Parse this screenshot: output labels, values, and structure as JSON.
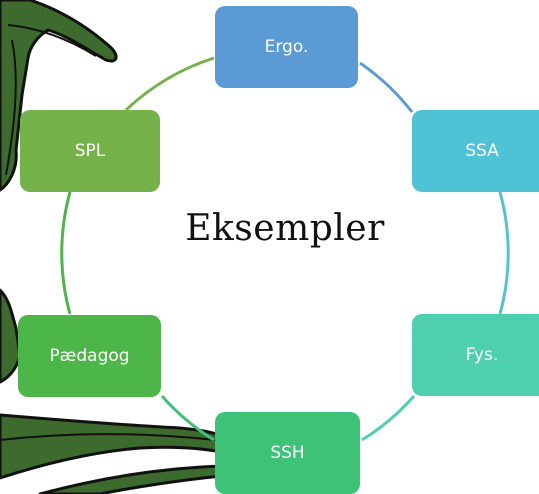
{
  "diagram": {
    "center_label": "Eksempler",
    "nodes": [
      {
        "id": "ergo",
        "label": "Ergo.",
        "color": "#5b9bd5"
      },
      {
        "id": "ssa",
        "label": "SSA",
        "color": "#4fc3d5"
      },
      {
        "id": "fys",
        "label": "Fys.",
        "color": "#4ecfae"
      },
      {
        "id": "ssh",
        "label": "SSH",
        "color": "#3ec278"
      },
      {
        "id": "paed",
        "label": "Pædagog",
        "color": "#4db648"
      },
      {
        "id": "spl",
        "label": "SPL",
        "color": "#75b24a"
      }
    ],
    "connector_colors": [
      "#5b9bd5",
      "#4fc3d5",
      "#4ecfae",
      "#3ec278",
      "#4db648",
      "#75b24a"
    ],
    "decoration_colors": {
      "fill": "#3d6b2e",
      "outline": "#111111"
    }
  }
}
